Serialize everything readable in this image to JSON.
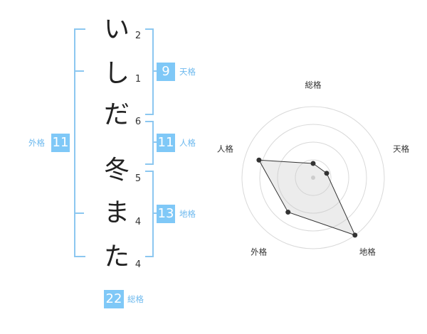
{
  "name": {
    "chars": [
      {
        "char": "い",
        "strokes": "2"
      },
      {
        "char": "し",
        "strokes": "1"
      },
      {
        "char": "だ",
        "strokes": "6"
      },
      {
        "char": "冬",
        "strokes": "5"
      },
      {
        "char": "ま",
        "strokes": "4"
      },
      {
        "char": "た",
        "strokes": "4"
      }
    ]
  },
  "kaku": {
    "tenkaku": {
      "value": "9",
      "label": "天格"
    },
    "jinkaku": {
      "value": "11",
      "label": "人格"
    },
    "chikaku": {
      "value": "13",
      "label": "地格"
    },
    "gaikaku": {
      "value": "11",
      "label": "外格"
    },
    "soukaku": {
      "value": "22",
      "label": "総格"
    }
  },
  "colors": {
    "accent": "#7fc8f7",
    "bracket": "#8cc7f0",
    "label": "#6db9ee"
  },
  "chart_data": {
    "type": "radar",
    "axes": [
      "総格",
      "天格",
      "地格",
      "外格",
      "人格"
    ],
    "values": [
      0.2,
      0.2,
      1.0,
      0.6,
      0.8
    ],
    "rings": 4,
    "grid": true
  }
}
